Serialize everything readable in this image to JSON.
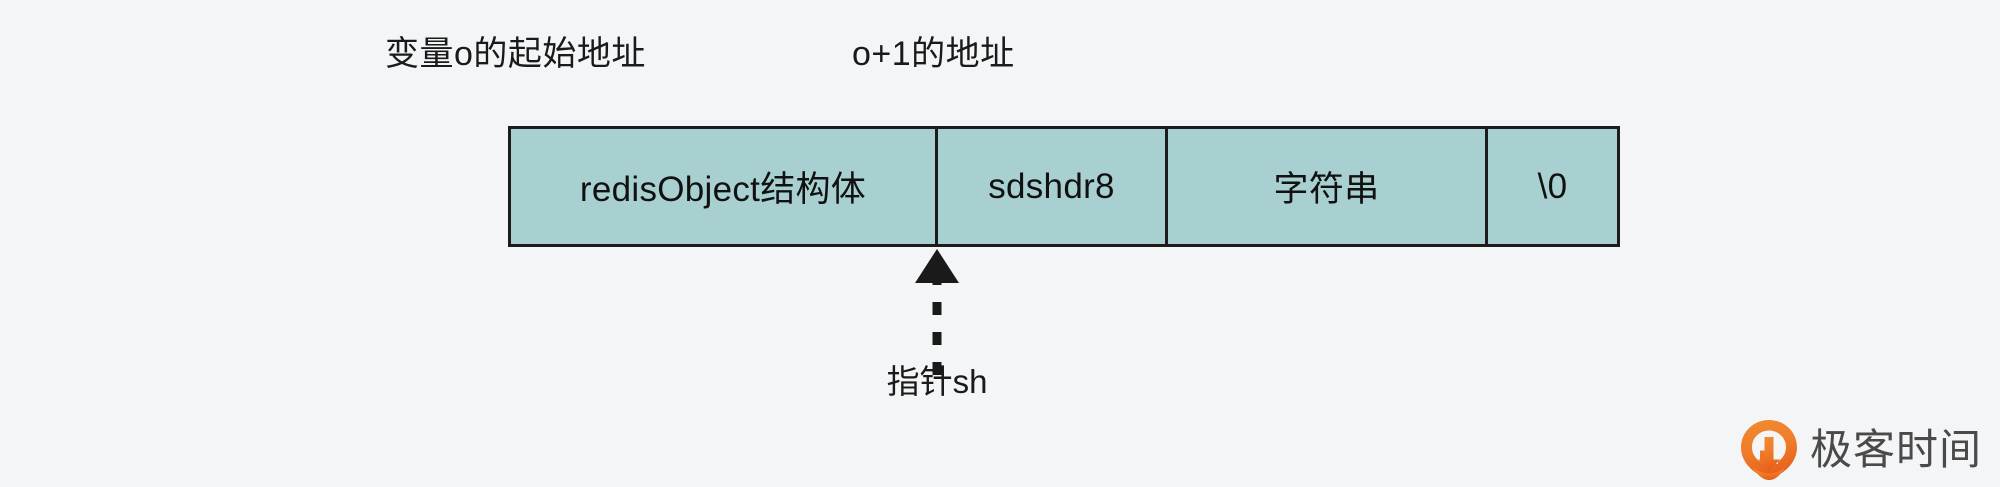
{
  "diagram": {
    "background_color": "#f4f5f7",
    "block_fill_color": "#a8d0d1",
    "block_border_color": "#1c1c1c",
    "text_color": "#1a1a1a",
    "top_labels": [
      {
        "id": "start-addr",
        "text": "变量o的起始地址"
      },
      {
        "id": "next-addr",
        "text": "o+1的地址"
      }
    ],
    "memory_cells": [
      {
        "id": "redisobject",
        "text": "redisObject结构体"
      },
      {
        "id": "sdshdr8",
        "text": "sdshdr8"
      },
      {
        "id": "string",
        "text": "字符串"
      },
      {
        "id": "nullterm",
        "text": "\\0"
      }
    ],
    "pointer": {
      "label": "指针sh",
      "arrow_style": "dashed",
      "arrow_direction": "up",
      "arrow_color": "#1a1a1a",
      "target_cell": "sdshdr8"
    }
  },
  "brand": {
    "name": "极客时间",
    "icon": "location-pin-arrow-icon",
    "icon_color_start": "#f07c29",
    "icon_color_end": "#e8601c",
    "name_color": "#4a4a4a"
  }
}
